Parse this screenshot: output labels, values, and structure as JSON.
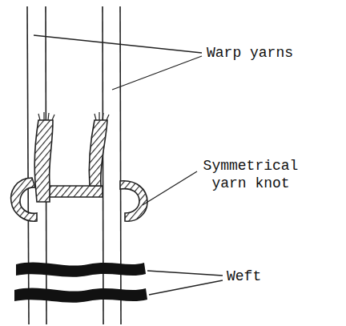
{
  "diagram": {
    "labels": [
      "Warp yarns",
      "Symmetrical yarn knot",
      "Weft"
    ]
  }
}
